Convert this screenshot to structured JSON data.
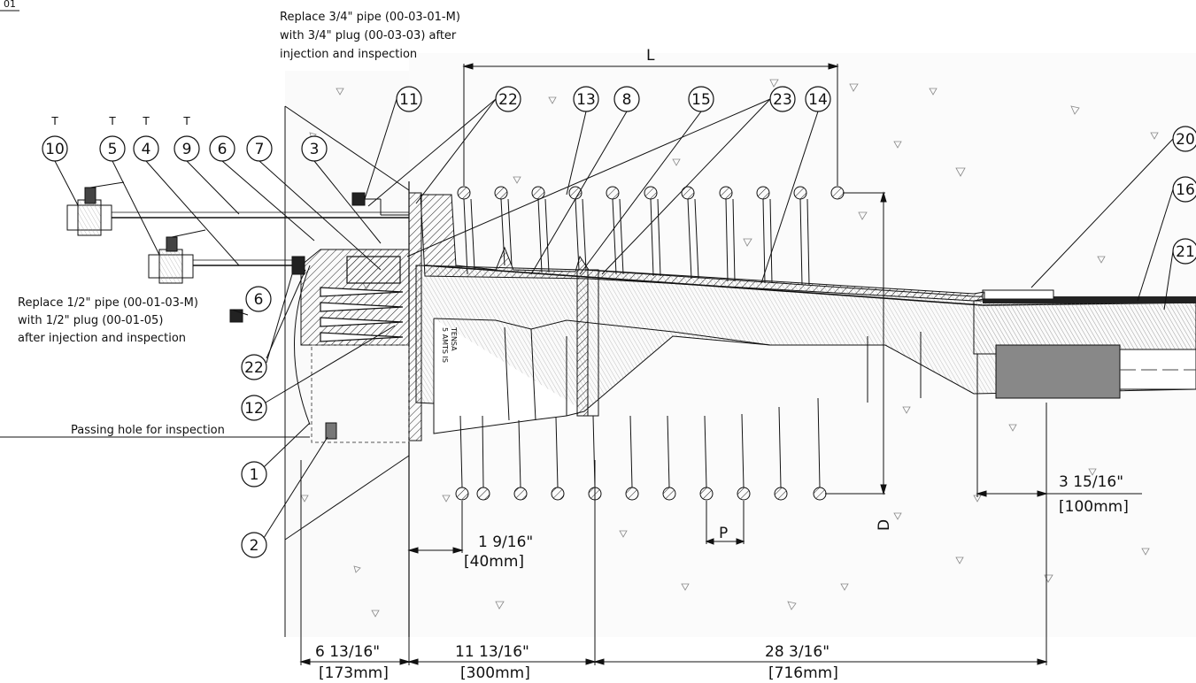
{
  "page_label": "01",
  "notes": {
    "pipe34": [
      "Replace 3/4\" pipe (00-03-01-M)",
      "with 3/4\" plug (00-03-03) after",
      "injection and inspection"
    ],
    "pipe12": [
      "Replace 1/2\" pipe (00-01-03-M)",
      "with 1/2\" plug (00-01-05)",
      "after injection and inspection"
    ],
    "hole": "Passing hole for inspection"
  },
  "balloons": [
    "10",
    "5",
    "4",
    "9",
    "6",
    "7",
    "3",
    "11",
    "22",
    "13",
    "8",
    "15",
    "23",
    "14",
    "20",
    "16",
    "21",
    "6",
    "22",
    "12",
    "1",
    "2"
  ],
  "top_t": [
    "T",
    "T",
    "T",
    "T"
  ],
  "dims": {
    "L": "L",
    "D": "D",
    "P": "P",
    "d40_in": "1 9/16\"",
    "d40_mm": "[40mm]",
    "d100_in": "3 15/16\"",
    "d100_mm": "[100mm]",
    "d173_in": "6 13/16\"",
    "d173_mm": "[173mm]",
    "d300_in": "11 13/16\"",
    "d300_mm": "[300mm]",
    "d716_in": "28 3/16\"",
    "d716_mm": "[716mm]"
  },
  "stamps": [
    "TENSA",
    "5 AMTS IS"
  ]
}
